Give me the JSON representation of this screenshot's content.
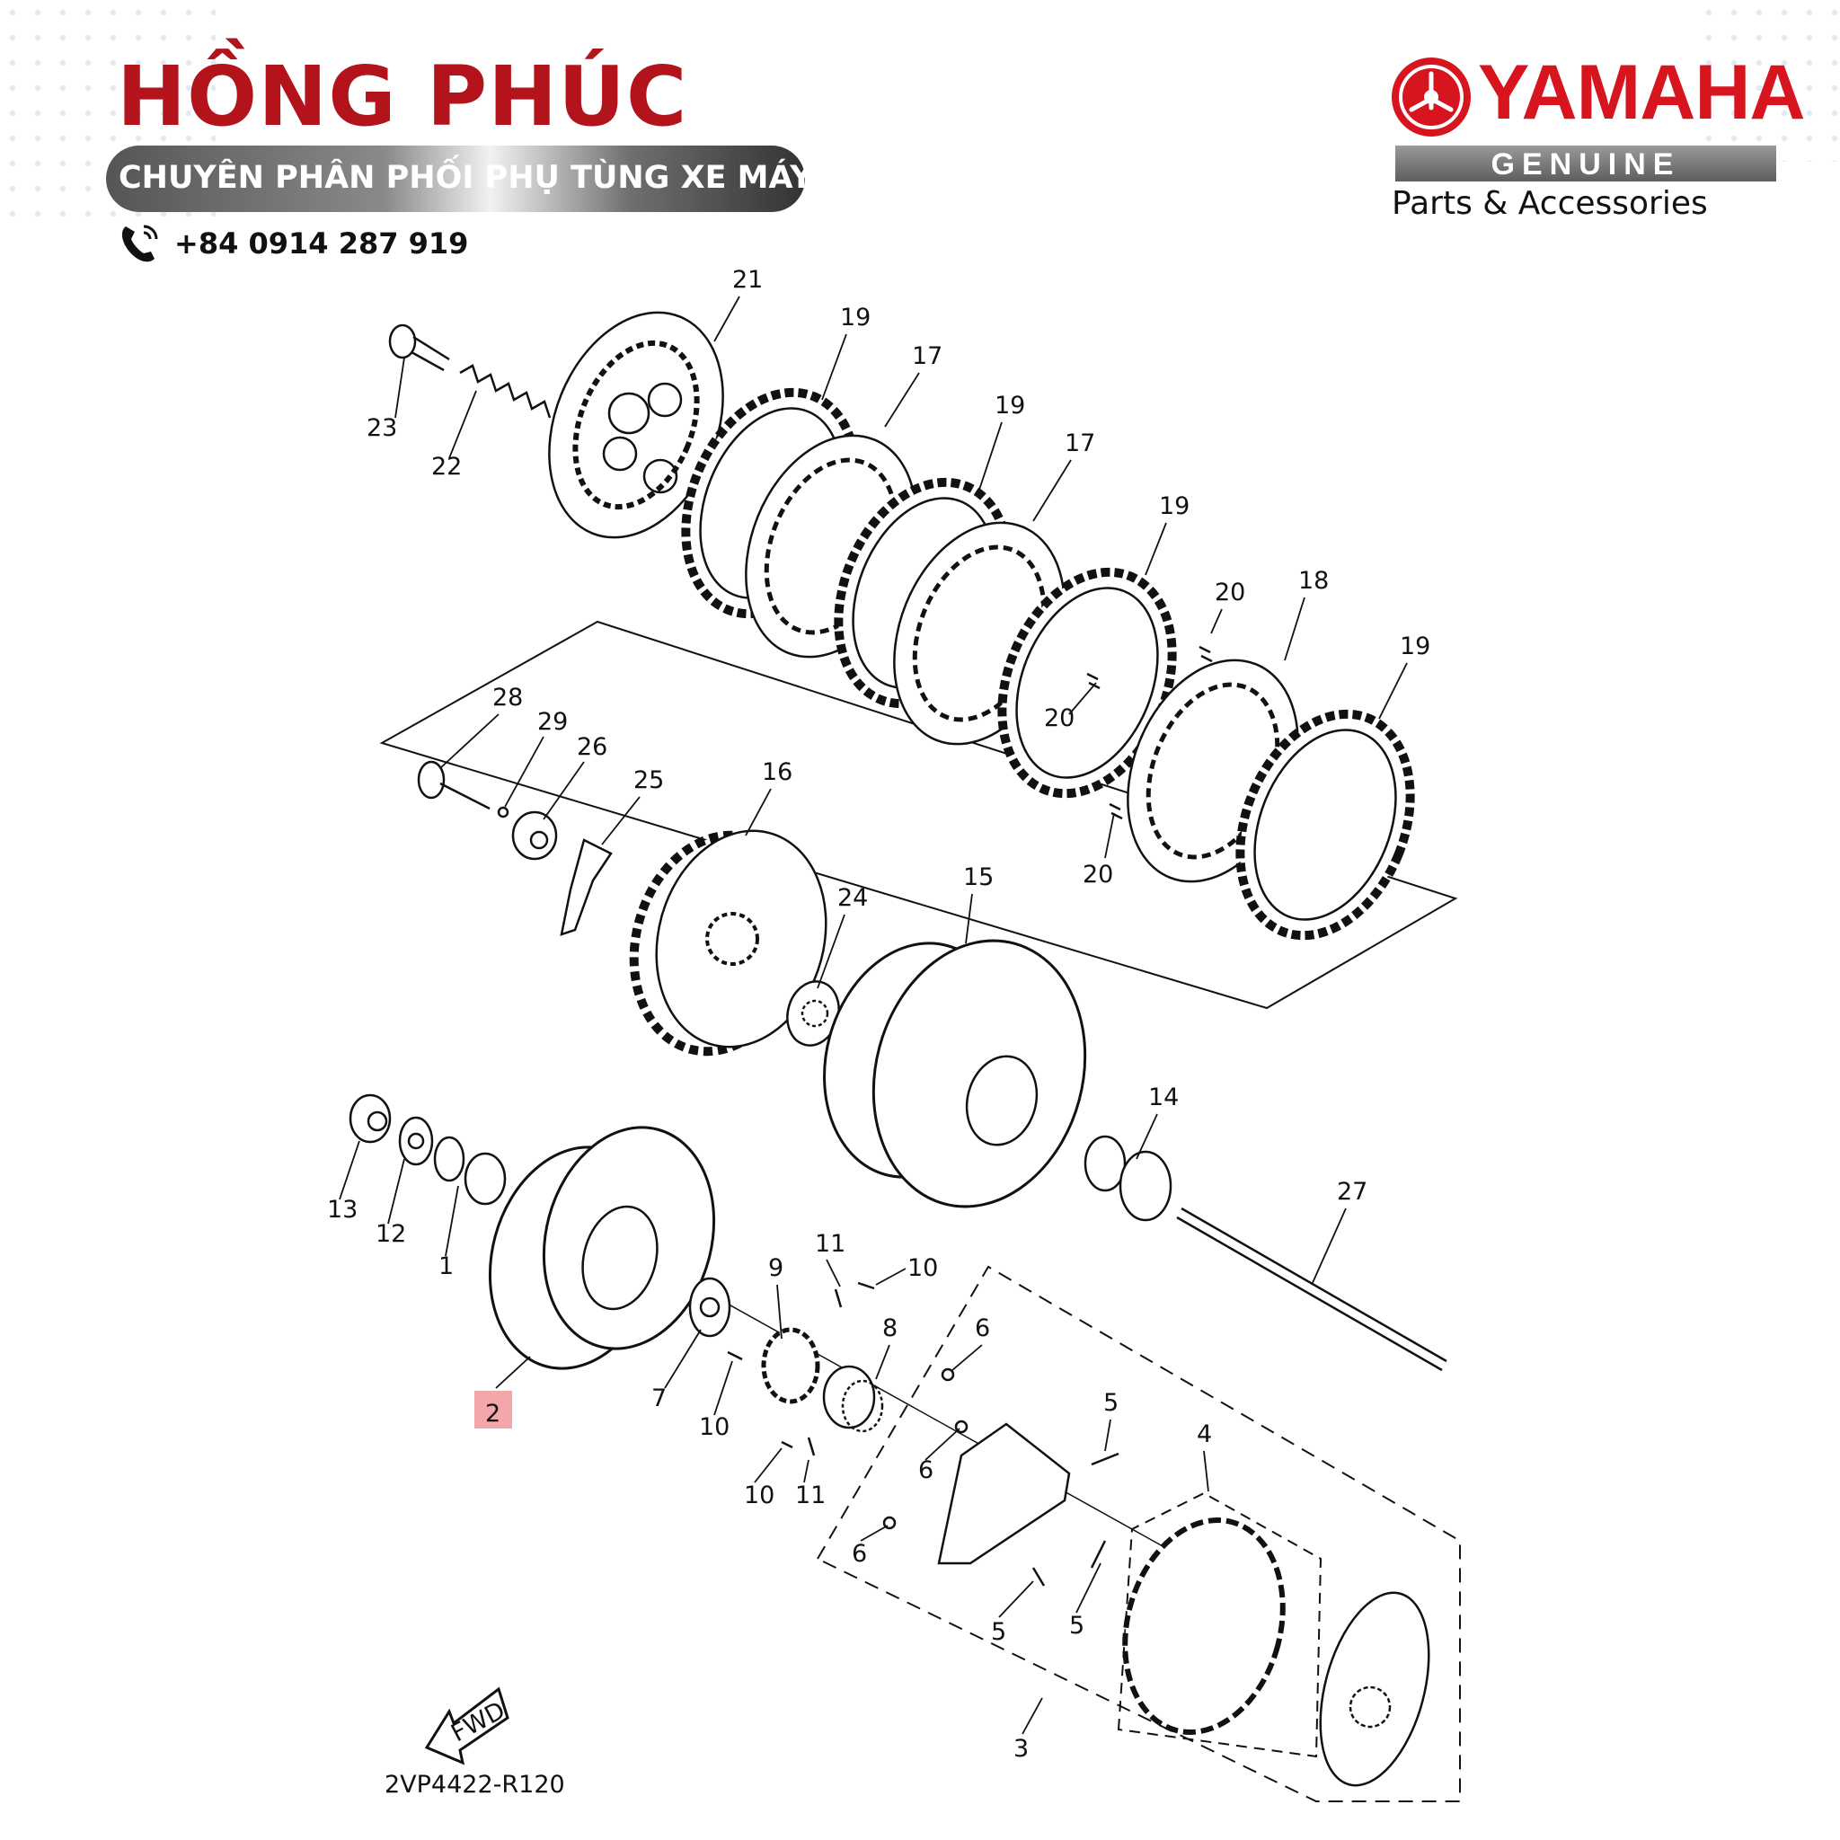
{
  "header": {
    "brand": "HỒNG PHÚC",
    "tagline": "CHUYÊN PHÂN PHỐI PHỤ TÙNG XE MÁY",
    "phone": "+84 0914 287 919",
    "phone_icon": "phone-icon"
  },
  "logo": {
    "wordmark": "YAMAHA",
    "genuine": "GENUINE",
    "subtitle": "Parts & Accessories",
    "emblem_icon": "tuning-fork-emblem",
    "brand_color": "#d7151e"
  },
  "diagram": {
    "code": "2VP4422-R120",
    "fwd": "FWD",
    "highlight_color": "#f08a8f",
    "labels": [
      {
        "text": "21"
      },
      {
        "text": "19"
      },
      {
        "text": "17"
      },
      {
        "text": "19"
      },
      {
        "text": "17"
      },
      {
        "text": "19"
      },
      {
        "text": "20"
      },
      {
        "text": "18"
      },
      {
        "text": "19"
      },
      {
        "text": "20"
      },
      {
        "text": "20"
      },
      {
        "text": "23"
      },
      {
        "text": "22"
      },
      {
        "text": "28"
      },
      {
        "text": "29"
      },
      {
        "text": "26"
      },
      {
        "text": "25"
      },
      {
        "text": "16"
      },
      {
        "text": "24"
      },
      {
        "text": "15"
      },
      {
        "text": "14"
      },
      {
        "text": "27"
      },
      {
        "text": "13"
      },
      {
        "text": "12"
      },
      {
        "text": "1"
      },
      {
        "text": "2",
        "highlight": true
      },
      {
        "text": "7"
      },
      {
        "text": "9"
      },
      {
        "text": "11"
      },
      {
        "text": "10"
      },
      {
        "text": "8"
      },
      {
        "text": "10"
      },
      {
        "text": "10"
      },
      {
        "text": "11"
      },
      {
        "text": "6"
      },
      {
        "text": "6"
      },
      {
        "text": "6"
      },
      {
        "text": "5"
      },
      {
        "text": "5"
      },
      {
        "text": "5"
      },
      {
        "text": "4"
      },
      {
        "text": "3"
      }
    ]
  }
}
